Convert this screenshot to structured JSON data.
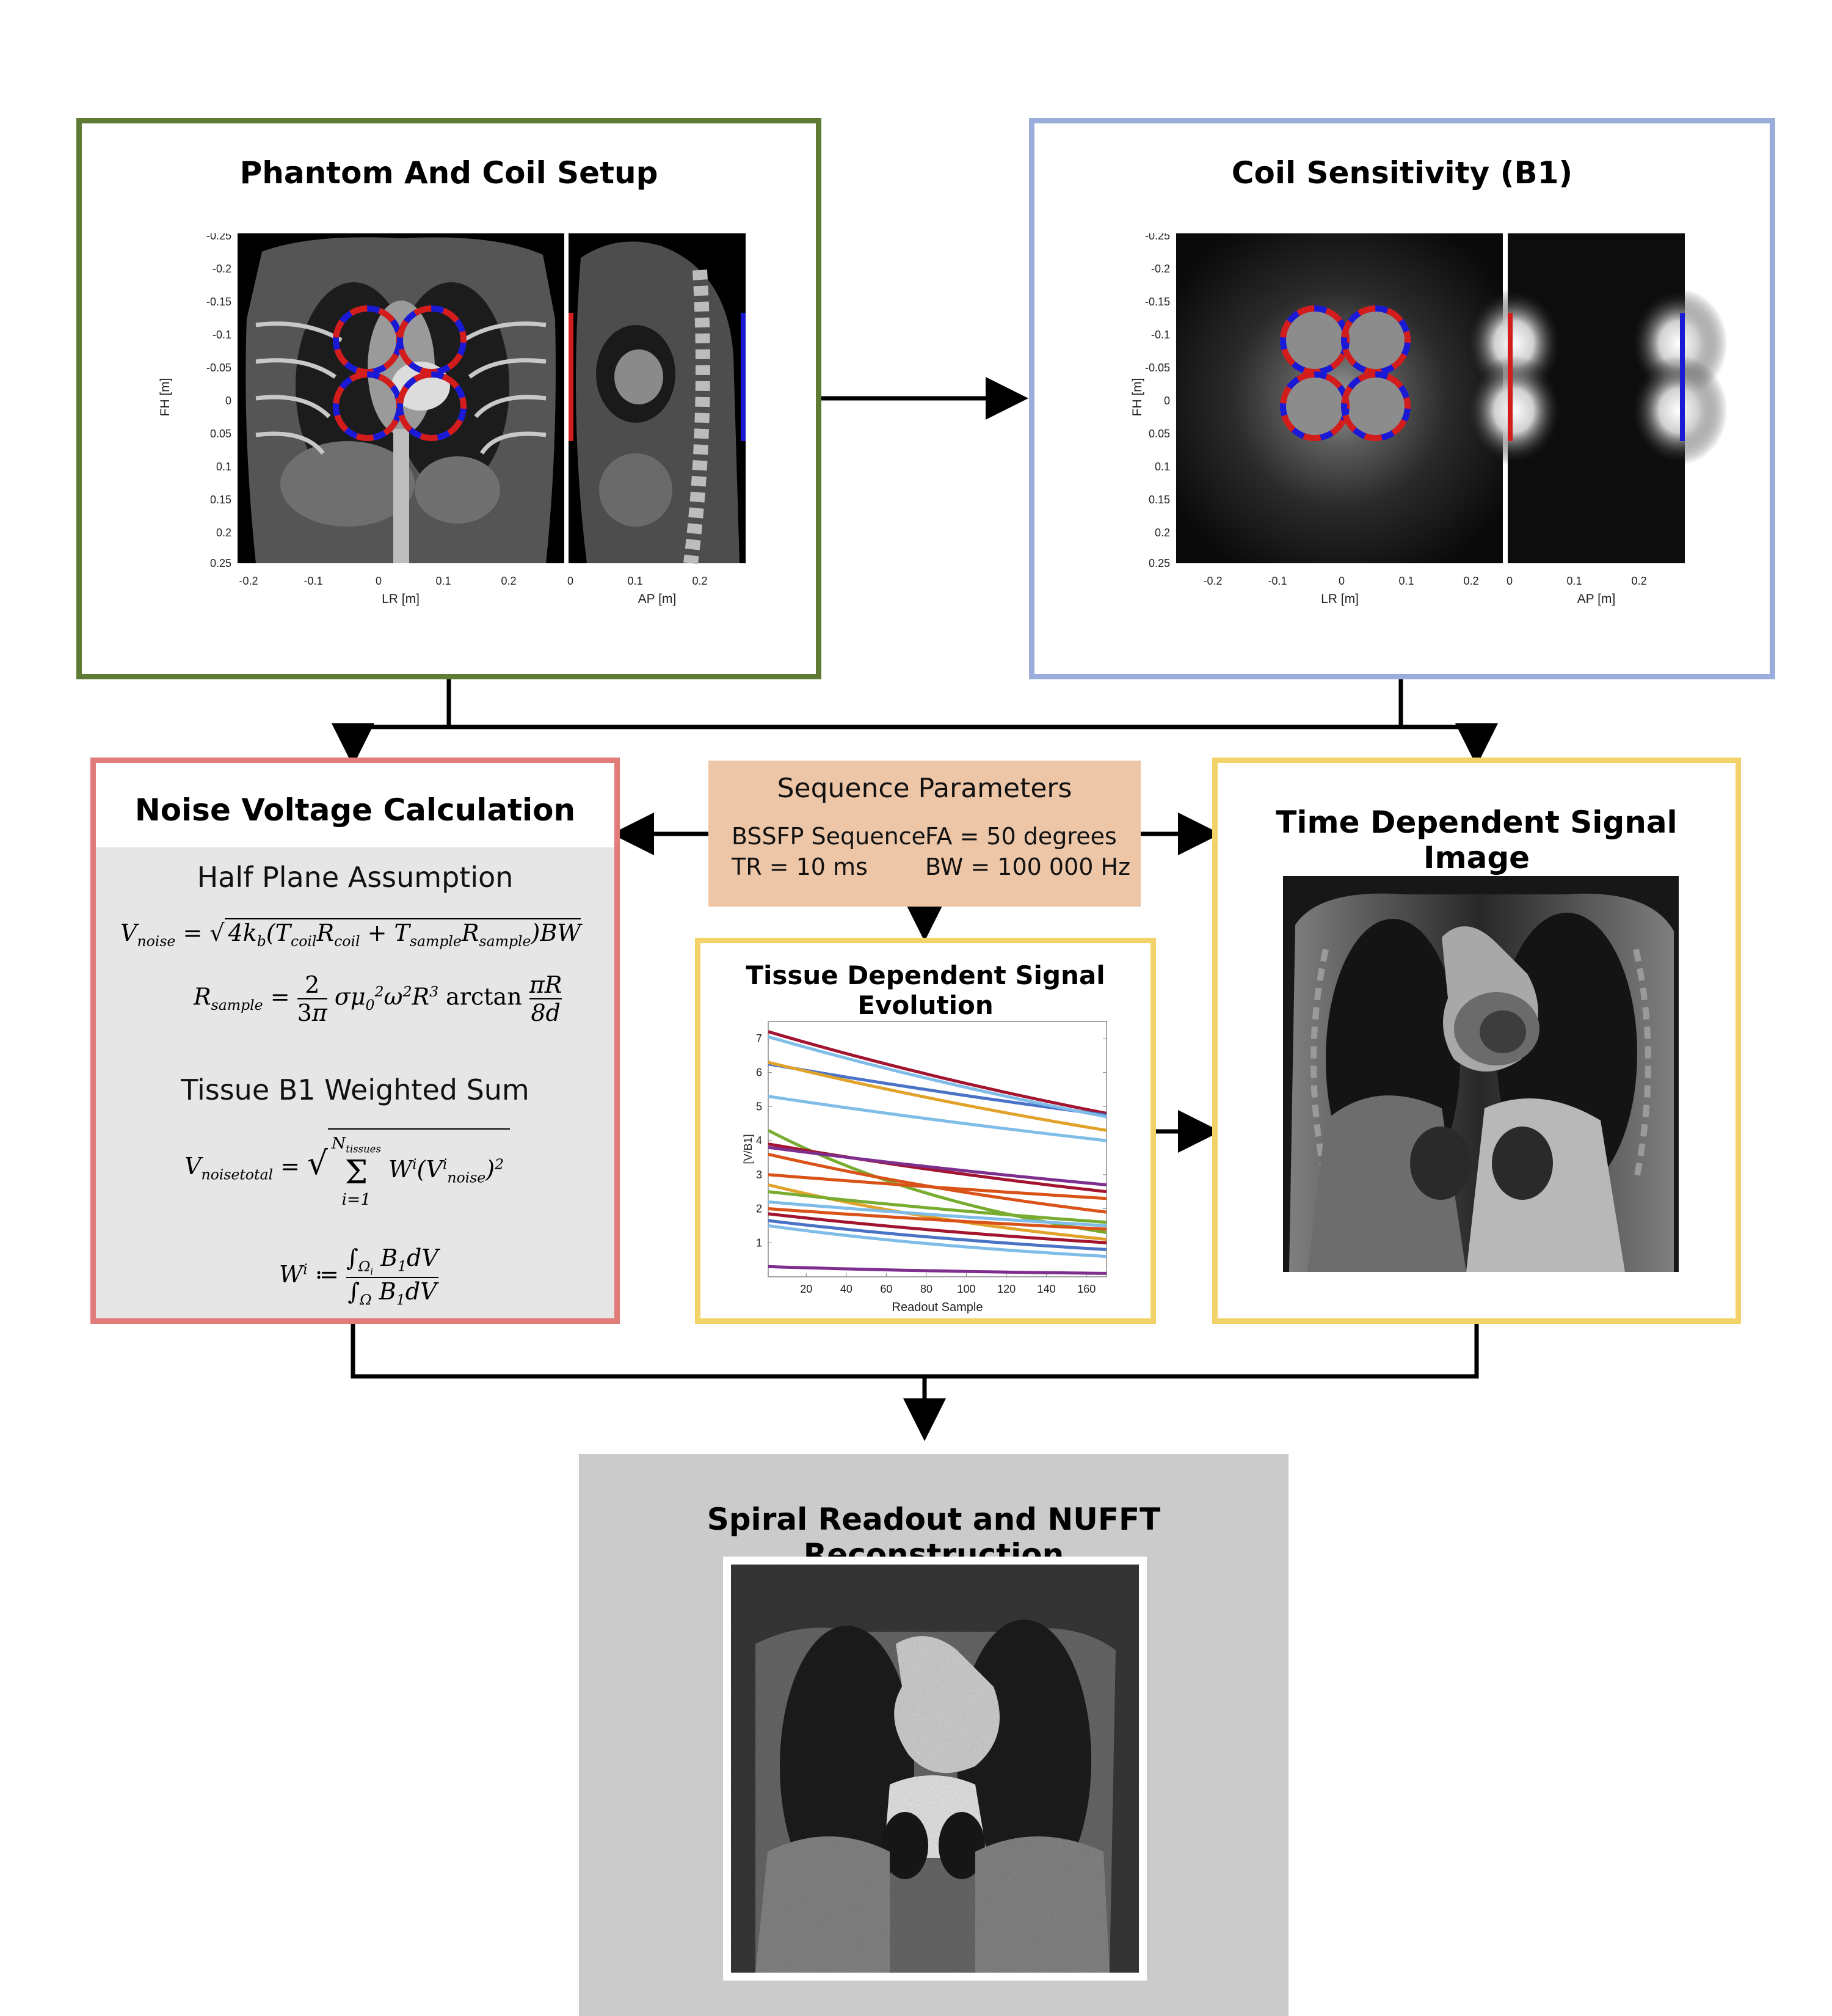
{
  "phantom": {
    "title": "Phantom And Coil Setup",
    "coronal_y_ticks": [
      "-0.25",
      "-0.2",
      "-0.15",
      "-0.1",
      "-0.05",
      "0",
      "0.05",
      "0.1",
      "0.15",
      "0.2",
      "0.25"
    ],
    "coronal_x_ticks": [
      "-0.2",
      "-0.1",
      "0",
      "0.1",
      "0.2"
    ],
    "sagittal_x_ticks": [
      "0",
      "0.1",
      "0.2"
    ],
    "y_label": "FH [m]",
    "x_label_coronal": "LR [m]",
    "x_label_sagittal": "AP [m]"
  },
  "coil": {
    "title": "Coil Sensitivity (B1)",
    "coronal_y_ticks": [
      "-0.25",
      "-0.2",
      "-0.15",
      "-0.1",
      "-0.05",
      "0",
      "0.05",
      "0.1",
      "0.15",
      "0.2",
      "0.25"
    ],
    "coronal_x_ticks": [
      "-0.2",
      "-0.1",
      "0",
      "0.1",
      "0.2"
    ],
    "sagittal_x_ticks": [
      "0",
      "0.1",
      "0.2"
    ],
    "y_label": "FH [m]",
    "x_label_coronal": "LR [m]",
    "x_label_sagittal": "AP [m]"
  },
  "noise": {
    "title": "Noise Voltage Calculation",
    "half_plane": "Half Plane Assumption",
    "weighted_sum": "Tissue B1 Weighted Sum"
  },
  "sequence": {
    "title": "Sequence Parameters",
    "seq": "BSSFP Sequence",
    "fa": "FA =  50 degrees",
    "tr": "TR =  10 ms",
    "bw": "BW = 100 000 Hz"
  },
  "signal_image": {
    "title": "Time Dependent Signal Image"
  },
  "recon": {
    "title": "Spiral Readout and NUFFT  Reconstruction"
  },
  "colors": {
    "phantom_border": "#5f7a35",
    "coil_border": "#9aaddb",
    "noise_border": "#e07d7a",
    "seq_fill": "#edc6a8",
    "yellow_border": "#f2d36a",
    "recon_fill": "#cbcbcb",
    "coil_red": "#d31c1c",
    "coil_blue": "#1a1ad6"
  },
  "chart_data": {
    "type": "line",
    "title": "Tissue Dependent Signal Evolution",
    "xlabel": "Readout Sample",
    "ylabel": "[V/B1]",
    "xlim": [
      1,
      170
    ],
    "ylim": [
      0,
      7.5
    ],
    "x_ticks": [
      20,
      40,
      60,
      80,
      100,
      120,
      140,
      160
    ],
    "y_ticks": [
      1,
      2,
      3,
      4,
      5,
      6,
      7
    ],
    "series": [
      {
        "color": "#a2142f",
        "start": 7.2,
        "end": 4.8
      },
      {
        "color": "#4a73c7",
        "start": 6.25,
        "end": 4.75
      },
      {
        "color": "#e0a22a",
        "start": 6.3,
        "end": 4.3
      },
      {
        "color": "#7fbde8",
        "start": 7.05,
        "end": 4.7
      },
      {
        "color": "#7fbde8",
        "start": 5.3,
        "end": 4.0
      },
      {
        "color": "#77ac30",
        "start": 4.3,
        "end": 1.3
      },
      {
        "color": "#a2142f",
        "start": 3.9,
        "end": 2.5
      },
      {
        "color": "#7e2f8e",
        "start": 3.8,
        "end": 2.7
      },
      {
        "color": "#d95319",
        "start": 3.6,
        "end": 1.9
      },
      {
        "color": "#d95319",
        "start": 3.0,
        "end": 2.3
      },
      {
        "color": "#e0a22a",
        "start": 2.7,
        "end": 1.1
      },
      {
        "color": "#77ac30",
        "start": 2.5,
        "end": 1.6
      },
      {
        "color": "#7fbde8",
        "start": 2.2,
        "end": 1.5
      },
      {
        "color": "#d95319",
        "start": 2.0,
        "end": 1.4
      },
      {
        "color": "#a2142f",
        "start": 1.85,
        "end": 1.0
      },
      {
        "color": "#4a73c7",
        "start": 1.65,
        "end": 0.8
      },
      {
        "color": "#7fbde8",
        "start": 1.5,
        "end": 0.6
      },
      {
        "color": "#7e2f8e",
        "start": 0.3,
        "end": 0.1
      }
    ]
  }
}
